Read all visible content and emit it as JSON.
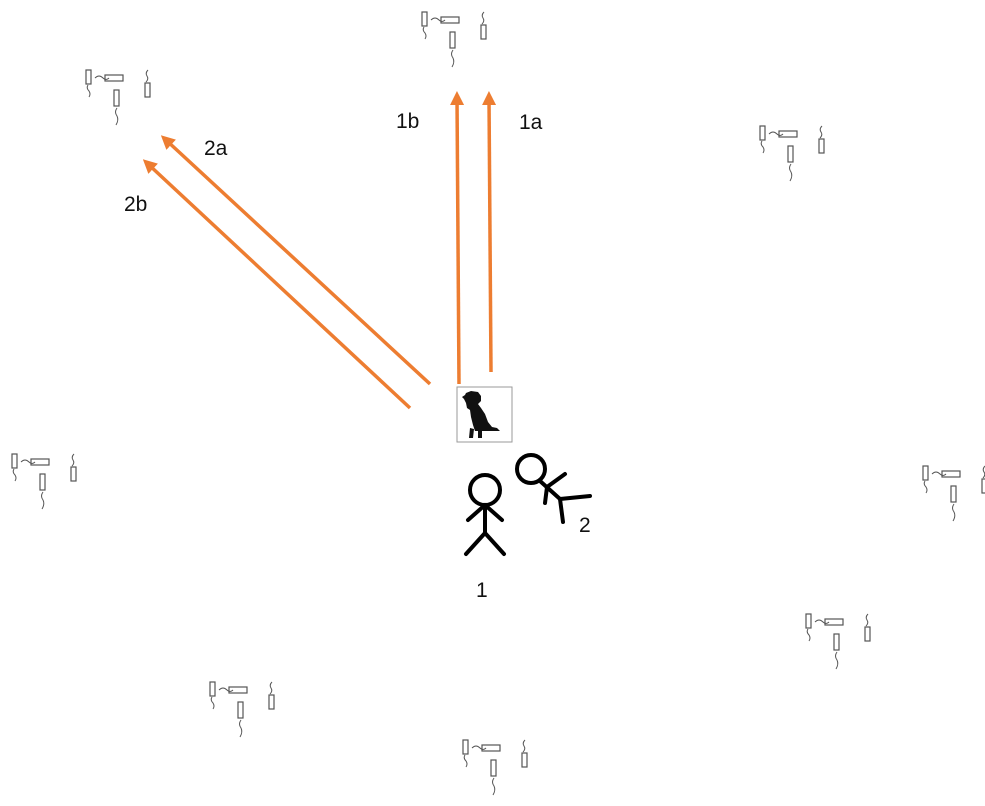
{
  "labels": {
    "arrow_1b": "1b",
    "arrow_1a": "1a",
    "arrow_2a": "2a",
    "arrow_2b": "2b",
    "person_1": "1",
    "person_2": "2"
  },
  "colors": {
    "arrow": "#ED7D31",
    "figure": "#000000",
    "cup_outline": "#555555"
  },
  "icons": {
    "cups": "cup-cluster-icon",
    "dog": "dog-icon",
    "person_standing": "stick-person-icon",
    "person_pointing": "stick-person-pointing-icon"
  }
}
